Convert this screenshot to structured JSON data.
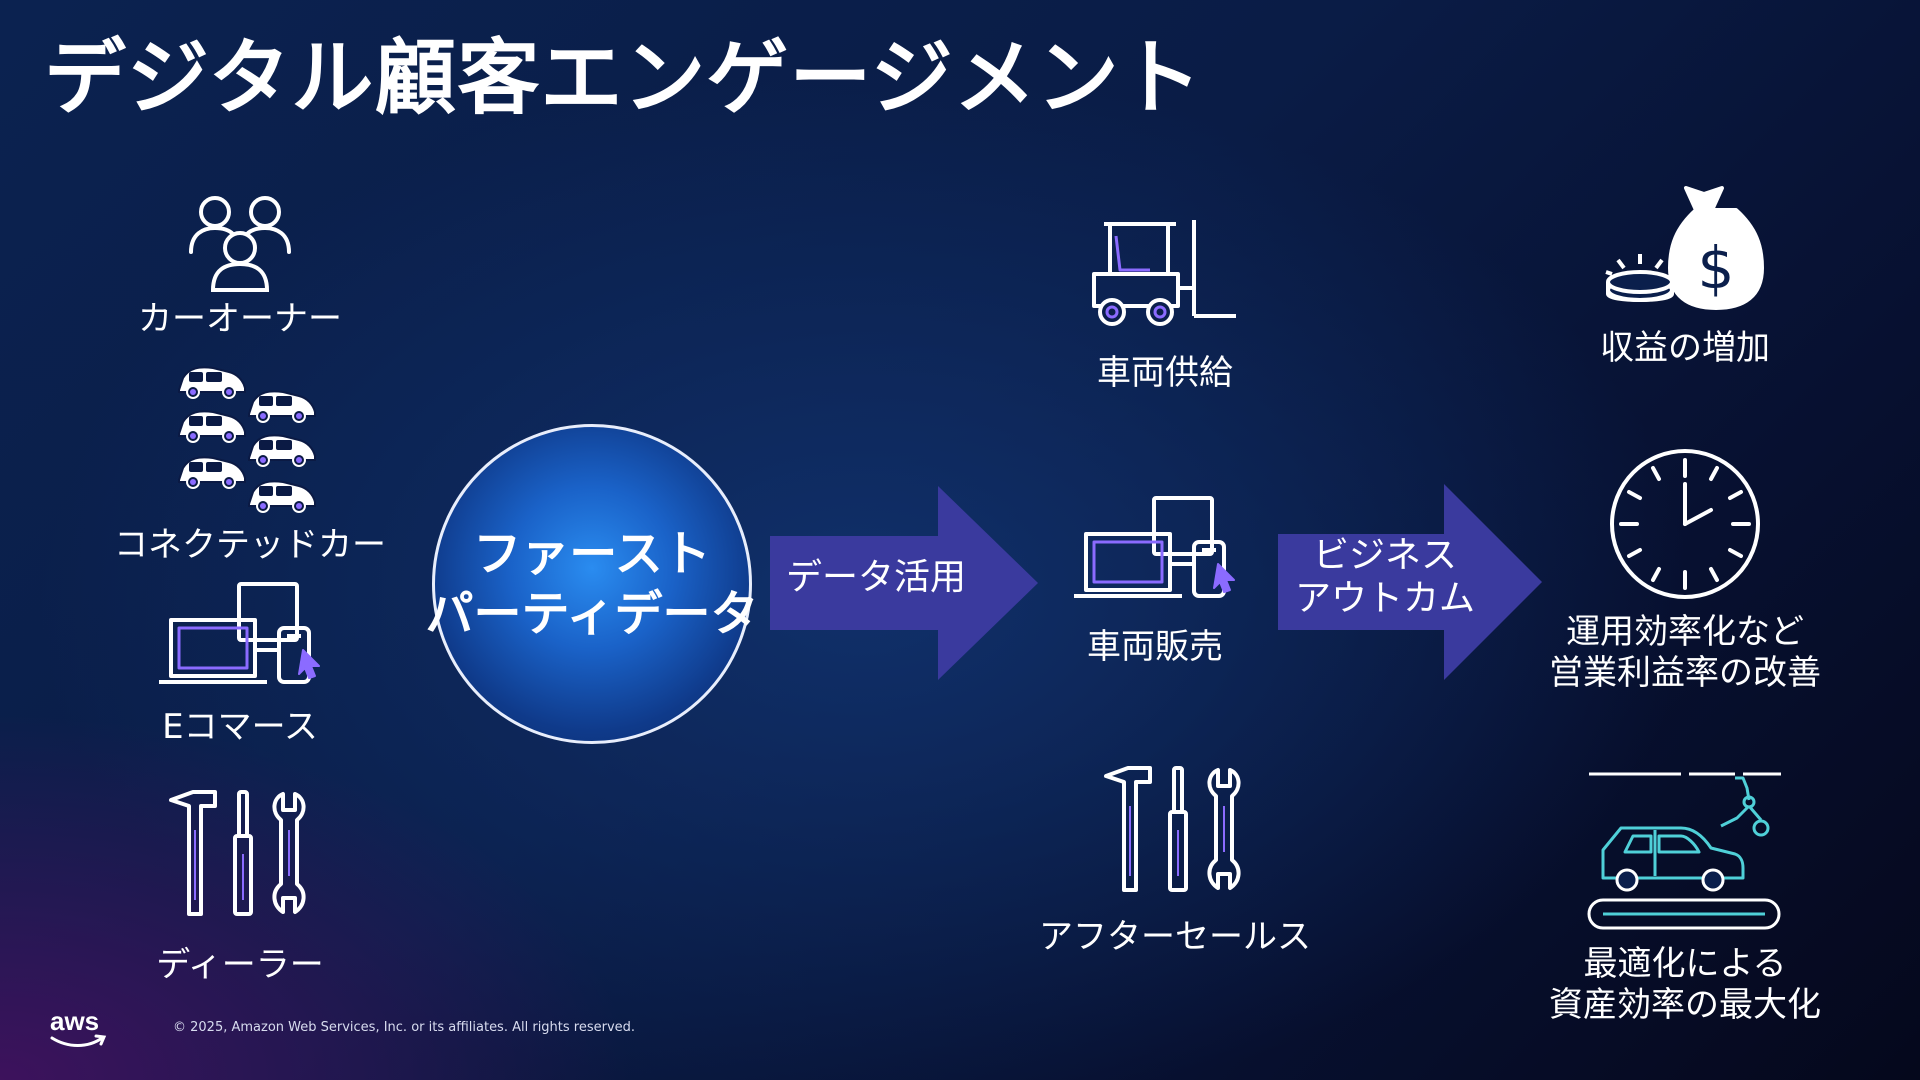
{
  "title": "デジタル顧客エンゲージメント",
  "sources": [
    {
      "label": "カーオーナー",
      "icon": "people-group-icon"
    },
    {
      "label": "コネクテッドカー",
      "icon": "connected-cars-icon"
    },
    {
      "label": "Eコマース",
      "icon": "devices-ecommerce-icon"
    },
    {
      "label": "ディーラー",
      "icon": "tools-icon"
    }
  ],
  "center": {
    "line1": "ファースト",
    "line2": "パーティデータ"
  },
  "arrow1": {
    "label": "データ活用"
  },
  "business": [
    {
      "label": "車両供給",
      "icon": "forklift-icon"
    },
    {
      "label": "車両販売",
      "icon": "devices-sales-icon"
    },
    {
      "label": "アフターセールス",
      "icon": "tools-icon"
    }
  ],
  "arrow2": {
    "line1": "ビジネス",
    "line2": "アウトカム"
  },
  "outcomes": [
    {
      "line1": "収益の増加",
      "line2": "",
      "icon": "money-bag-icon"
    },
    {
      "line1": "運用効率化など",
      "line2": "営業利益率の改善",
      "icon": "clock-icon"
    },
    {
      "line1": "最適化による",
      "line2": "資産効率の最大化",
      "icon": "assembly-line-icon"
    }
  ],
  "footer": {
    "logo_text": "aws",
    "copyright": "© 2025, Amazon Web Services, Inc. or its affiliates. All rights reserved."
  },
  "colors": {
    "accent": "#7c5cff",
    "arrow": "#3a3a9e",
    "teal": "#4fd0d8",
    "circle": "#1a62c8"
  }
}
